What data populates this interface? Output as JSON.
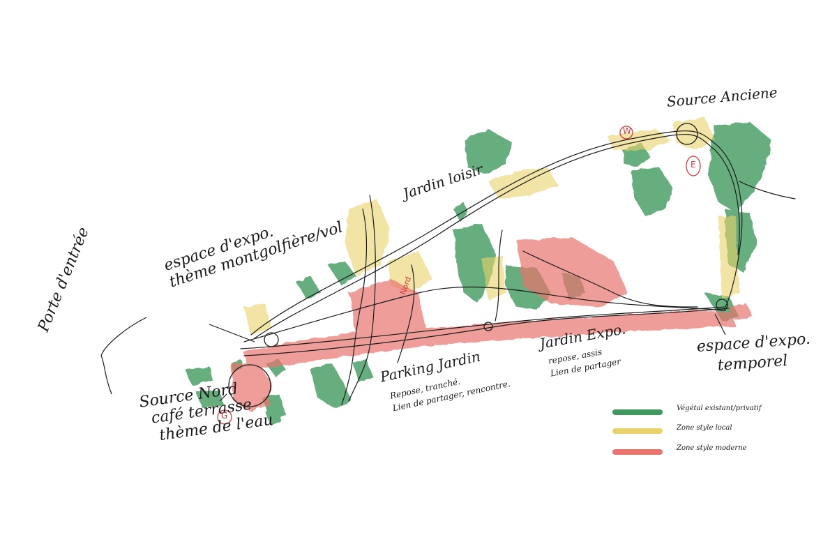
{
  "colors": {
    "vegetation": "#3f9a5d",
    "local": "#e8d36a",
    "modern": "#e9746e",
    "ink": "#1a1a1a",
    "marker": "#d63a3a"
  },
  "labels": {
    "porte": "Porte d'entrée",
    "expo_theme_1": "espace d'expo.",
    "expo_theme_2": "thème montgolfière/vol",
    "jardin_loisir": "Jardin loisir",
    "source_anciene": "Source Anciene",
    "source_nord_1": "Source Nord",
    "source_nord_2": "café terrasse",
    "source_nord_3": "thème de l'eau",
    "parking_1": "Parking Jardin",
    "parking_2": "Repose, tranché.",
    "parking_3": "Lien de partager, rencontre.",
    "jardin_expo_1": "Jardin Expo.",
    "jardin_expo_2": "repose, assis",
    "jardin_expo_3": "Lien de partager",
    "temporel_1": "espace d'expo.",
    "temporel_2": "temporel"
  },
  "markers": {
    "w": "W",
    "e": "E",
    "g": "G",
    "nord": "Nord"
  },
  "legend": [
    {
      "label": "Végétal existant/privatif",
      "color": "#3f9a5d"
    },
    {
      "label": "Zone style local",
      "color": "#e8d36a"
    },
    {
      "label": "Zone style moderne",
      "color": "#e9746e"
    }
  ]
}
